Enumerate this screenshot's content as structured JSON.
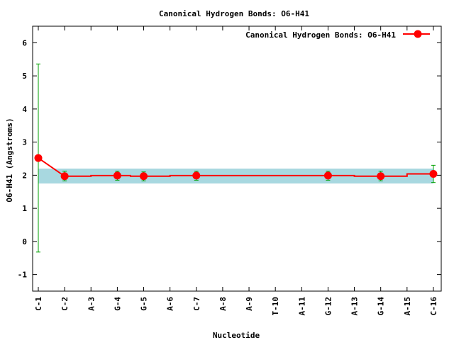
{
  "chart_data": {
    "type": "line",
    "title": "Canonical Hydrogen Bonds: O6-H41",
    "xlabel": "Nucleotide",
    "ylabel": "O6-H41 (Angstroms)",
    "ylim": [
      -1.5,
      6.5
    ],
    "yticks": [
      -1,
      0,
      1,
      2,
      3,
      4,
      5,
      6
    ],
    "categories": [
      "C-1",
      "C-2",
      "A-3",
      "G-4",
      "G-5",
      "A-6",
      "C-7",
      "A-8",
      "A-9",
      "T-10",
      "A-11",
      "G-12",
      "A-13",
      "G-14",
      "A-15",
      "C-16"
    ],
    "reference_band": [
      1.75,
      2.2
    ],
    "legend_position": "top-right",
    "grid": false,
    "series": [
      {
        "name": "Canonical Hydrogen Bonds: O6-H41",
        "color": "#ff0000",
        "errorbar_color": "#00a000",
        "points": [
          {
            "x": "C-1",
            "y": 2.52,
            "err": [
              -0.32,
              5.36
            ]
          },
          {
            "x": "C-2",
            "y": 1.97,
            "err": [
              1.83,
              2.12
            ]
          },
          {
            "x": "G-4",
            "y": 1.99,
            "err": [
              1.85,
              2.12
            ]
          },
          {
            "x": "G-5",
            "y": 1.97,
            "err": [
              1.83,
              2.1
            ]
          },
          {
            "x": "C-7",
            "y": 1.99,
            "err": [
              1.85,
              2.12
            ]
          },
          {
            "x": "G-12",
            "y": 1.99,
            "err": [
              1.85,
              2.12
            ]
          },
          {
            "x": "G-14",
            "y": 1.97,
            "err": [
              1.83,
              2.12
            ]
          },
          {
            "x": "C-16",
            "y": 2.04,
            "err": [
              1.78,
              2.3
            ]
          }
        ]
      }
    ]
  }
}
